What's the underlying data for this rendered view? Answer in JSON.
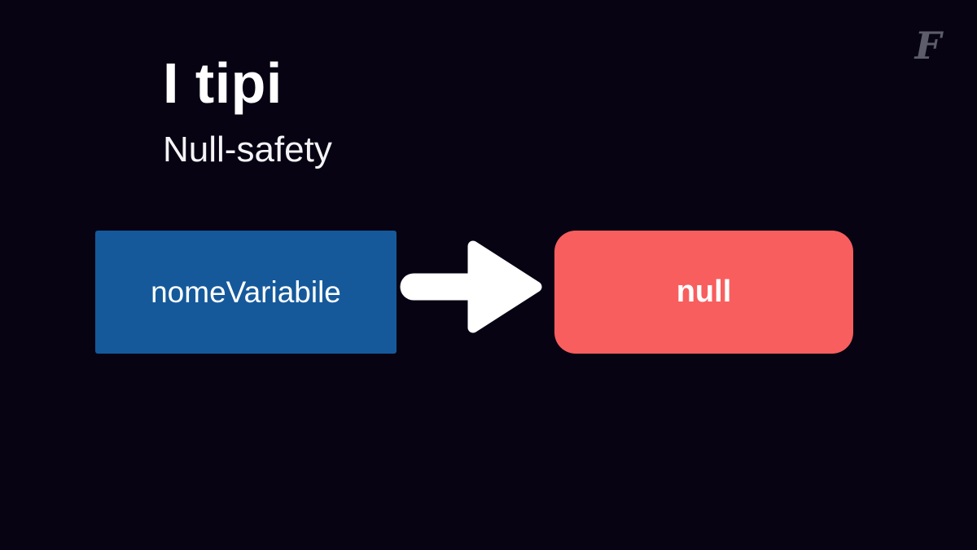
{
  "slide": {
    "title": "I tipi",
    "subtitle": "Null-safety",
    "logo_glyph": "F",
    "logo_icon": "script-f-logo"
  },
  "diagram": {
    "variable_box_label": "nomeVariabile",
    "arrow_icon": "arrow-right-icon",
    "value_box_label": "null"
  },
  "colors": {
    "background": "#070313",
    "variable_box": "#15599b",
    "value_box": "#f85e5e",
    "arrow": "#ffffff",
    "text": "#ffffff",
    "logo": "#5c5c6b"
  }
}
